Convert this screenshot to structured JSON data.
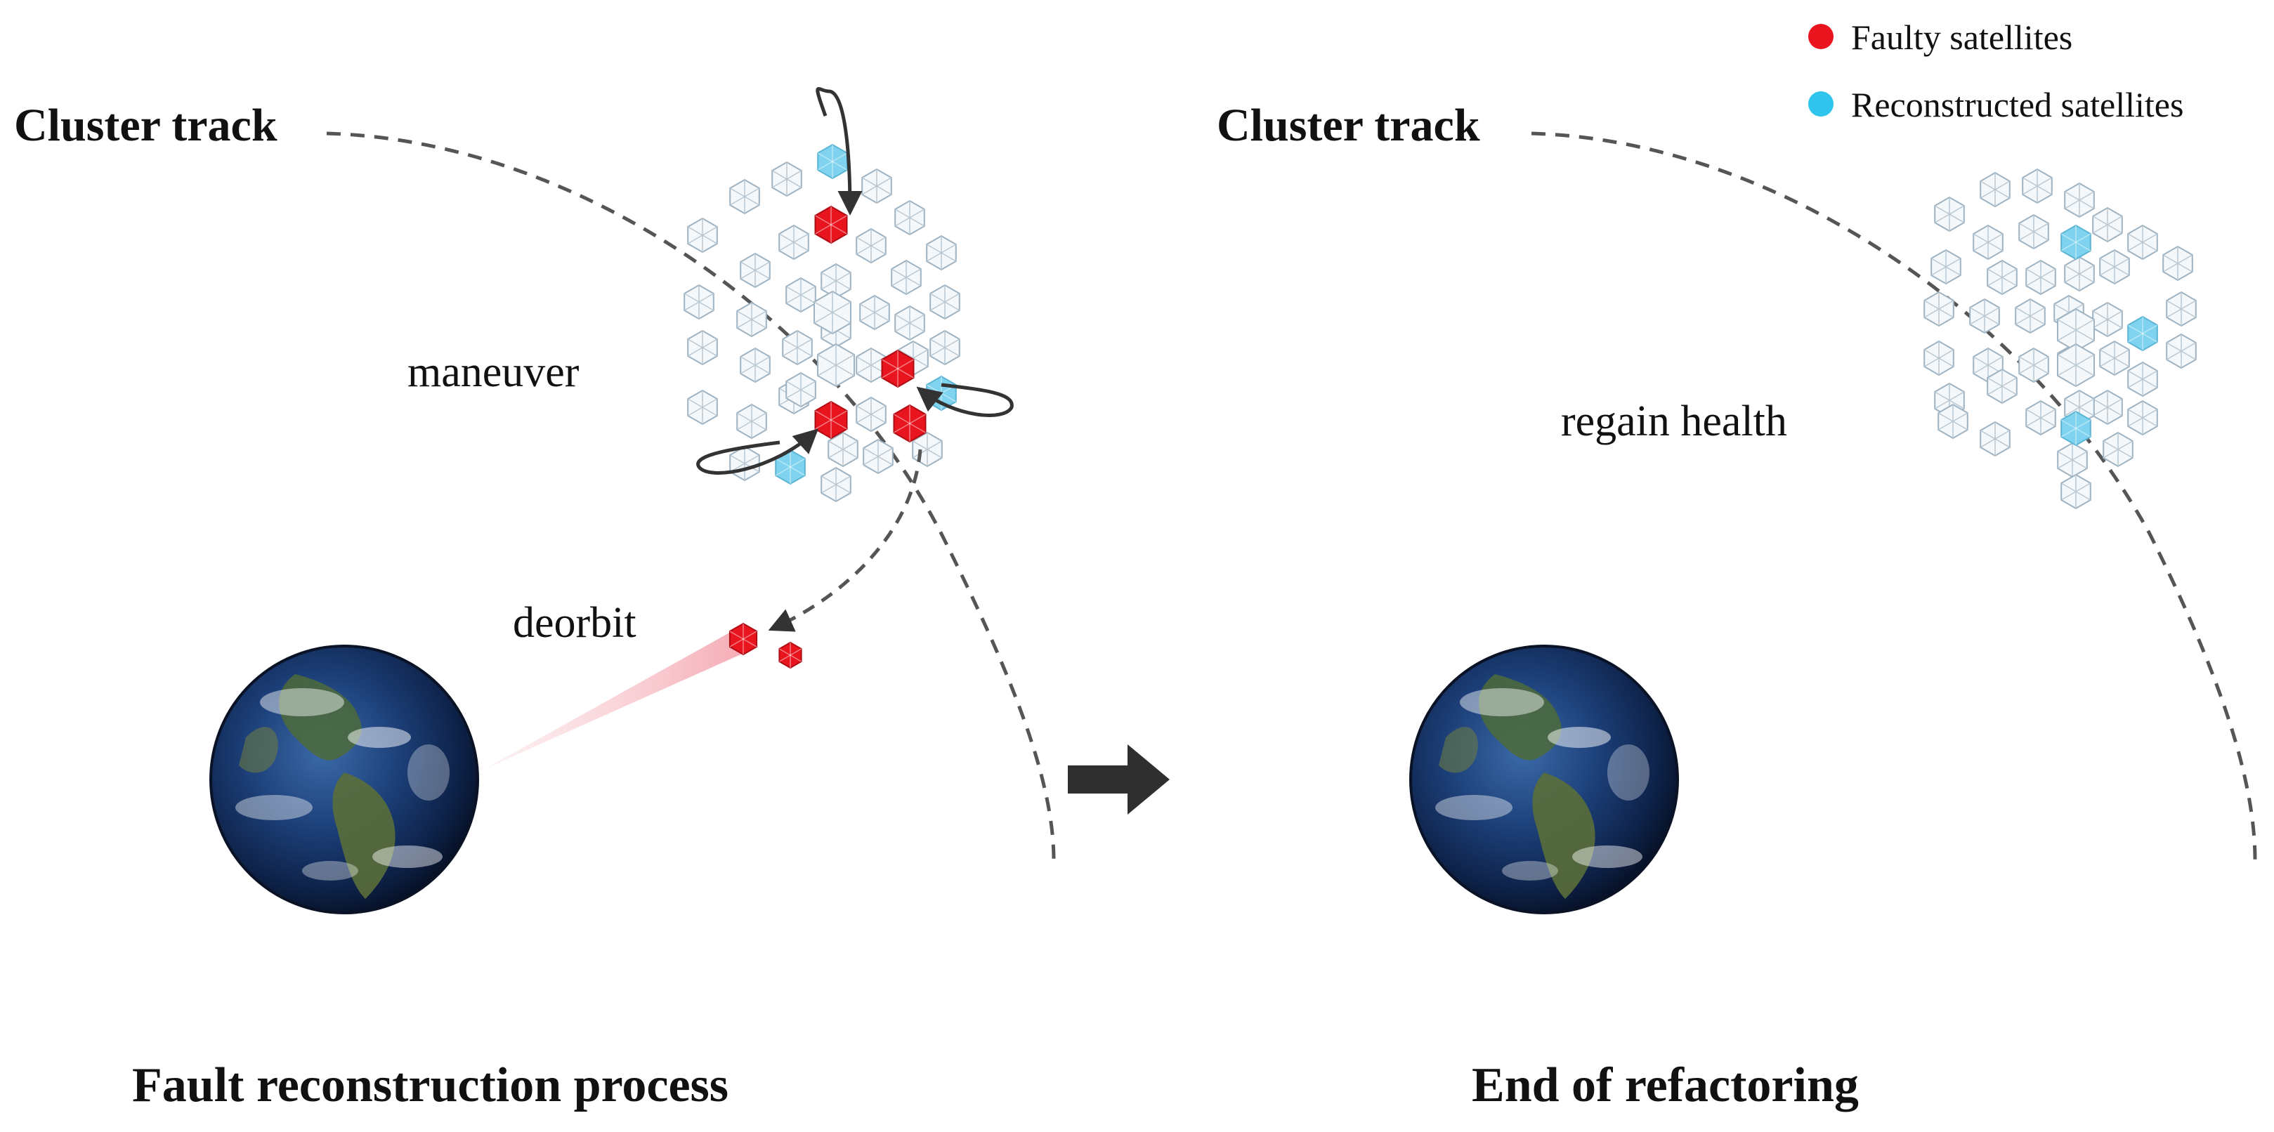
{
  "left_panel": {
    "track_label": "Cluster track",
    "maneuver_label": "maneuver",
    "deorbit_label": "deorbit",
    "caption": "Fault reconstruction process"
  },
  "right_panel": {
    "track_label": "Cluster track",
    "regain_label": "regain health",
    "caption": "End of refactoring"
  },
  "legend": {
    "items": [
      {
        "label": "Faulty satellites",
        "color": "#e8141e"
      },
      {
        "label": "Reconstructed satellites",
        "color": "#2ec4ee"
      }
    ]
  },
  "colors": {
    "faulty": "#e8141e",
    "reconstructed": "#7fd3ee",
    "healthy_outline": "#9fb3c2",
    "track": "#555555",
    "arrow": "#333333"
  }
}
